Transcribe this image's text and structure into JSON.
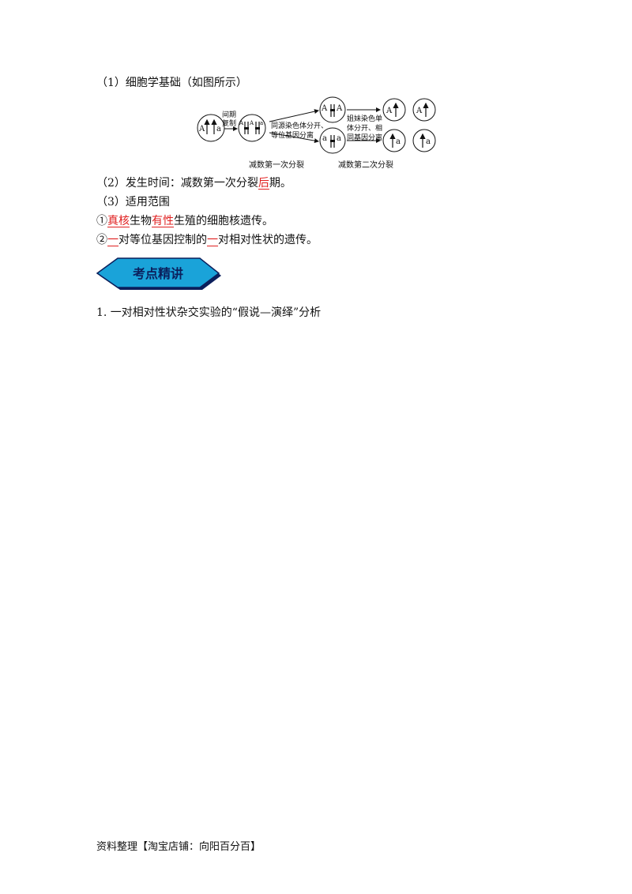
{
  "heading_1": "（1）细胞学基础（如图所示）",
  "diagram": {
    "interphase_line1": "间期",
    "interphase_line2": "复制",
    "step1_line1": "同源染色体分开、",
    "step1_line2": "等位基因分离",
    "step2_line1": "姐妹染色单",
    "step2_line2": "体分开、相",
    "step2_line3": "同基因分离",
    "caption_meiosis1": "减数第一次分裂",
    "caption_meiosis2": "减数第二次分裂",
    "allele_dominant": "A",
    "allele_recessive": "a"
  },
  "heading_2": {
    "before": "（2）发生时间：减数第一次分裂",
    "highlight": "后",
    "after": "期。"
  },
  "heading_3": "（3）适用范围",
  "scope_1": {
    "prefix": "①",
    "hl1": "真核",
    "mid": "生物",
    "hl2": "有性",
    "after": "生殖的细胞核遗传。"
  },
  "scope_2": {
    "prefix": "②",
    "hl1": "一",
    "mid": "对等位基因控制的",
    "hl2": "一",
    "after": "对相对性状的遗传。"
  },
  "banner_title": "考点精讲",
  "point_1": "1. 一对相对性状杂交实验的“假说—演绎”分析",
  "footer": "资料整理【淘宝店铺：向阳百分百】",
  "colors": {
    "highlight": "#e02020",
    "banner_fill": "#1aa3d9",
    "banner_shadow": "#0b1f5c",
    "banner_text": "#0b1f5c"
  }
}
